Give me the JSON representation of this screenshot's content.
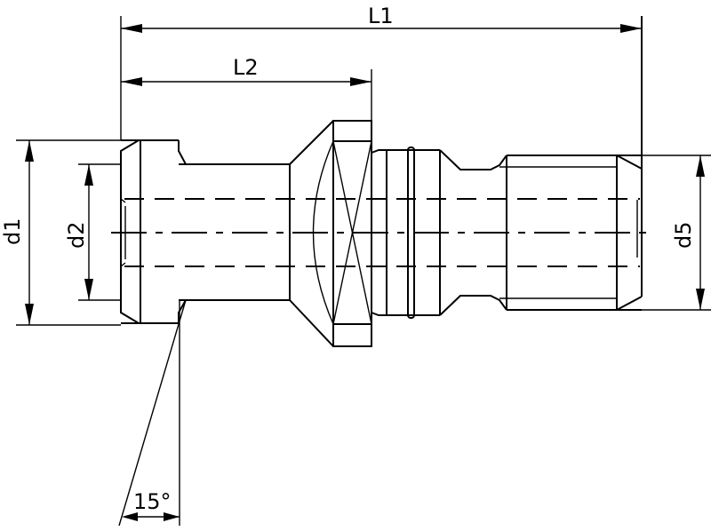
{
  "dimensions": {
    "L1": "L1",
    "L2": "L2",
    "d1": "d1",
    "d2": "d2",
    "d5": "d5",
    "angle": "15°"
  }
}
